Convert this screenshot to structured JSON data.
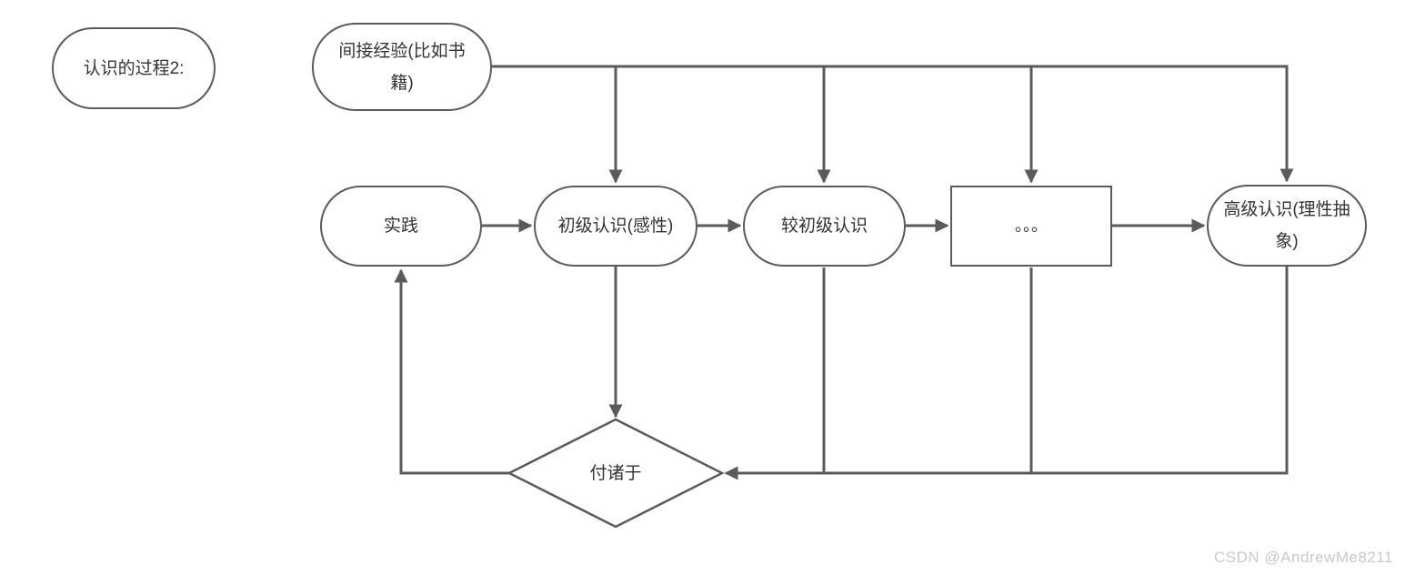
{
  "diagram": {
    "type": "flowchart",
    "nodes": {
      "title": {
        "label": "认识的过程2:",
        "shape": "stadium"
      },
      "indirect": {
        "label": "间接经验(比如书籍)",
        "shape": "stadium"
      },
      "practice": {
        "label": "实践",
        "shape": "stadium"
      },
      "primary": {
        "label": "初级认识(感性)",
        "shape": "stadium"
      },
      "less_primary": {
        "label": "较初级认识",
        "shape": "stadium"
      },
      "ellipsis": {
        "label": "。。。",
        "shape": "rectangle"
      },
      "advanced": {
        "label": "高级认识(理性抽象)",
        "shape": "stadium"
      },
      "decision": {
        "label": "付诸于",
        "shape": "diamond"
      }
    },
    "edges": [
      {
        "from": "indirect",
        "to": "primary"
      },
      {
        "from": "indirect",
        "to": "less_primary"
      },
      {
        "from": "indirect",
        "to": "ellipsis"
      },
      {
        "from": "indirect",
        "to": "advanced"
      },
      {
        "from": "practice",
        "to": "primary"
      },
      {
        "from": "primary",
        "to": "less_primary"
      },
      {
        "from": "less_primary",
        "to": "ellipsis"
      },
      {
        "from": "ellipsis",
        "to": "advanced"
      },
      {
        "from": "primary",
        "to": "decision"
      },
      {
        "from": "less_primary",
        "to": "decision"
      },
      {
        "from": "ellipsis",
        "to": "decision"
      },
      {
        "from": "advanced",
        "to": "decision"
      },
      {
        "from": "decision",
        "to": "practice"
      }
    ],
    "colors": {
      "line": "#5b5b5b",
      "node_border": "#5b5b5b",
      "node_fill": "#ffffff",
      "text": "#333333",
      "watermark_text": "#c9c9c9",
      "background": "#ffffff"
    }
  },
  "watermark": {
    "text": "CSDN @AndrewMe8211"
  }
}
